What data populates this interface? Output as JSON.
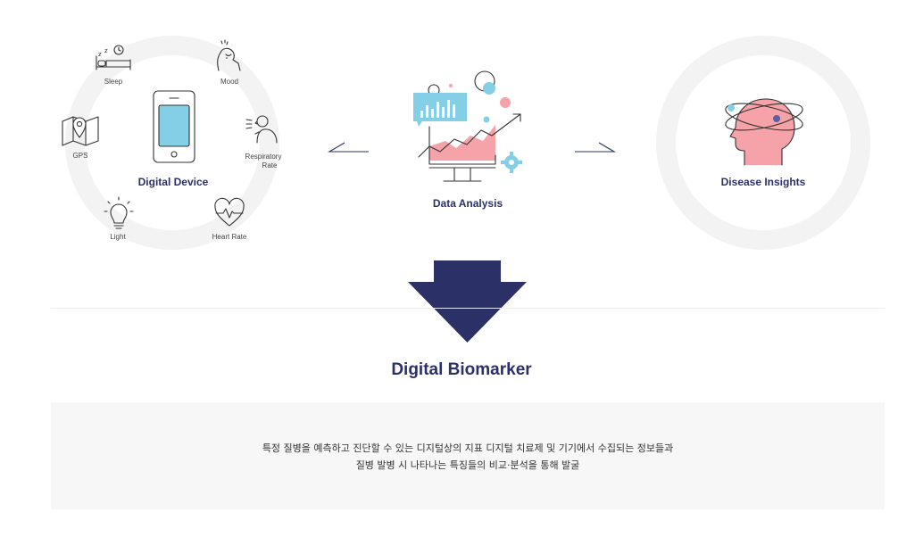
{
  "device_section": {
    "title": "Digital Device",
    "sensors": [
      {
        "label": "Sleep",
        "icon": "sleep-icon"
      },
      {
        "label": "Mood",
        "icon": "mood-icon"
      },
      {
        "label": "GPS",
        "icon": "map-icon"
      },
      {
        "label": "Respiratory Rate",
        "line1": "Respiratory",
        "line2": "Rate",
        "icon": "respiratory-icon"
      },
      {
        "label": "Light",
        "icon": "lightbulb-icon"
      },
      {
        "label": "Heart Rate",
        "icon": "heart-rate-icon"
      }
    ]
  },
  "analysis_section": {
    "title": "Data Analysis",
    "icon": "data-analysis-icon"
  },
  "insights_section": {
    "title": "Disease Insights",
    "icon": "brain-head-icon"
  },
  "result": {
    "title": "Digital Biomarker"
  },
  "description": {
    "line1": "특정 질병을 예측하고 진단할 수 있는 디지털상의 지표 디지털 치료제 및 기기에서 수집되는 정보들과",
    "line2": "질병 발병 시 나타나는 특징들의 비교·분석을 통해 발굴"
  },
  "colors": {
    "navy": "#2b3167",
    "light_blue": "#84cfe6",
    "pink": "#f5a3a8",
    "ring_gray": "#f3f3f3",
    "box_gray": "#f7f7f7"
  }
}
